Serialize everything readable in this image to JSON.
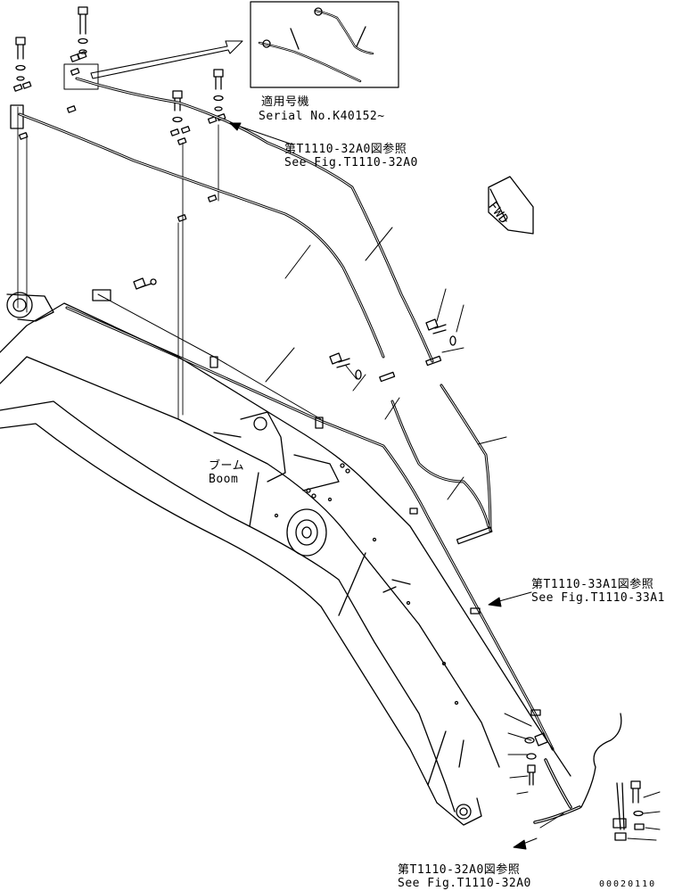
{
  "inset": {
    "applicable_model_jp": "適用号機",
    "serial_note": "Serial No.K40152~"
  },
  "references": [
    {
      "jp": "第T1110-32A0図参照",
      "en": "See Fig.T1110-32A0"
    },
    {
      "jp": "第T1110-33A1図参照",
      "en": "See Fig.T1110-33A1"
    },
    {
      "jp": "第T1110-32A0図参照",
      "en": "See Fig.T1110-32A0"
    }
  ],
  "boom_label": {
    "jp": "ブーム",
    "en": "Boom"
  },
  "fwd_label": "FWD",
  "drawing_number": "00020110",
  "colors": {
    "line": "#000000",
    "background": "#ffffff"
  }
}
